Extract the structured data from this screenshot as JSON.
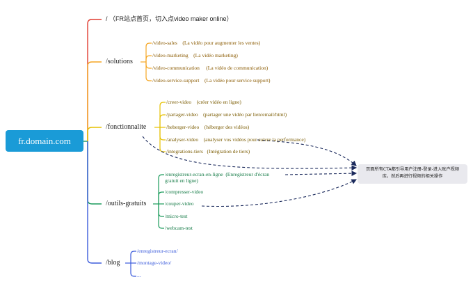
{
  "root": {
    "label": "fr.domain.com"
  },
  "top_node": {
    "label": "/   （FR站点首页，切入点video maker online）"
  },
  "branches": {
    "solutions": {
      "label": "/solutions",
      "color": "#f5a623",
      "items": [
        {
          "path": "/video-sales",
          "desc": "(La vidéo pour augmenter les ventes)"
        },
        {
          "path": "/video-marketing",
          "desc": "(La vidéo marketing)"
        },
        {
          "path": "/video-communication",
          "desc": "(La vidéo de communication)"
        },
        {
          "path": "/video-service-support",
          "desc": "(La vidéo pour service support)"
        }
      ]
    },
    "fonctionnalite": {
      "label": "/fonctionnalite",
      "color": "#e6c100",
      "items": [
        {
          "path": "/creer-video",
          "desc": "(créer vidéo en ligne)"
        },
        {
          "path": "/partager-video",
          "desc": "(partager une vidéo par lien/email/html)"
        },
        {
          "path": "/heberger-video",
          "desc": "(héberger des vidéos)"
        },
        {
          "path": "/analyser-video",
          "desc": "(analyser vos vidéos pour suivre la performance)"
        },
        {
          "path": "/integrations-tiers",
          "desc": "(Intégration de tiers)"
        }
      ]
    },
    "outils": {
      "label": "/outils-gratuits",
      "color": "#1a9b5b",
      "items": [
        {
          "path": "/enregistreur-ecran-en-ligne",
          "desc": "(Enregistreur d'écran",
          "desc2": "gratuit en ligne)"
        },
        {
          "path": "/compresser-video",
          "desc": ""
        },
        {
          "path": "/couper-video",
          "desc": ""
        },
        {
          "path": "/micro-test",
          "desc": ""
        },
        {
          "path": "/webcam-test",
          "desc": ""
        }
      ]
    },
    "blog": {
      "label": "/blog",
      "color": "#3b5bdb",
      "items": [
        {
          "path": "/enregistreur-ecran/"
        },
        {
          "path": "/montage-video/"
        },
        {
          "path": "..."
        }
      ]
    }
  },
  "note": {
    "text": "页面所有CTA都引导用户注册-登录-进入账户视频库，然后再进行视频的相关操作"
  },
  "colors": {
    "root_fill": "#1a9bd7",
    "top_line": "#e03c31",
    "solutions_text": "#8a5a00",
    "fonctionnalite_text": "#7a5b00",
    "outils_text": "#137a45",
    "blog_text": "#3b5bdb",
    "dashed_arrow": "#1b2a5c"
  }
}
